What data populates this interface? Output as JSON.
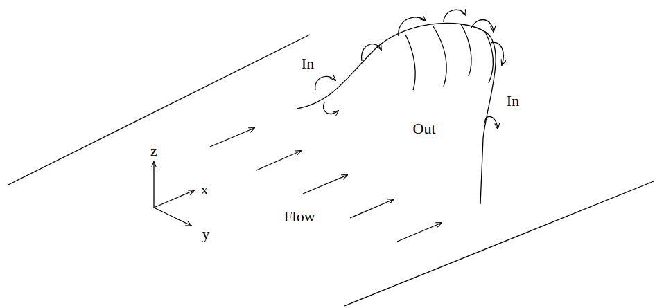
{
  "diagram": {
    "labels": [
      "In",
      "Out",
      "In",
      "z",
      "x",
      "y",
      "Flow"
    ]
  }
}
